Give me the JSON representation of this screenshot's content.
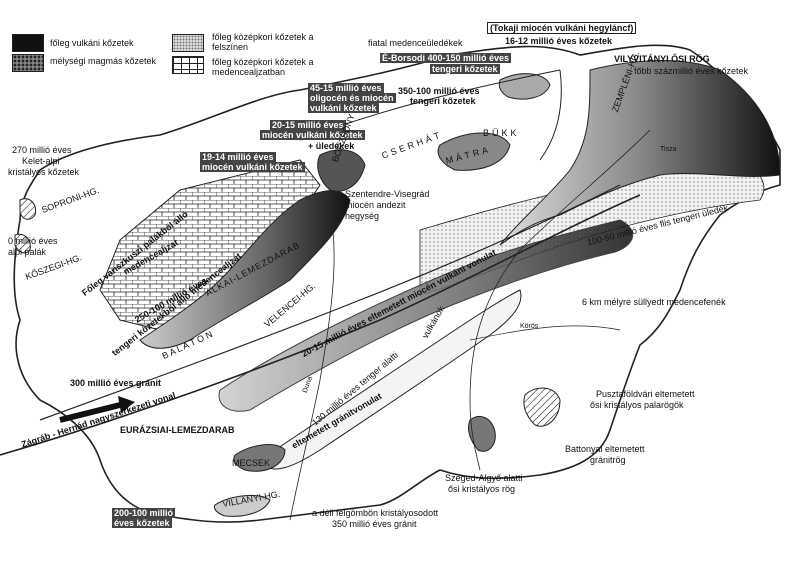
{
  "legend": {
    "volcanic": "főleg vulkáni kőzetek",
    "magmatic": "mélységi magmás kőzetek",
    "mesozoic_surface": "főleg középkori kőzetek a felszínen",
    "mesozoic_basement": "főleg középkori kőzetek a medencealjzatban",
    "young_basin": "fiatal medenceüledékek"
  },
  "labels": {
    "tokaj": "(Tokaji miocén vulkáni hegyláncf)",
    "tokaj_age": "16-12 millió éves kőzetek",
    "borsod": "É-Borsodi 400-150 millió éves",
    "borsod2": "tengeri kőzetek",
    "mateszalka": "45-15 millió éves",
    "mateszalka2": "oligocén és miocén",
    "mateszalka3": "vulkáni kőzetek",
    "bukk350": "350-100 millió éves",
    "bukk350b": "tengeri kőzetek",
    "miocene2015": "20-15 millió éves",
    "miocene2015b": "miocén vulkáni kőzetek",
    "miocene2015c": "+ üledékek",
    "miocene1914": "19-14 millió éves",
    "miocene1914b": "miocén vulkáni kőzetek",
    "vilyvitany": "VILYVITÁNYI ŐSI RÖG",
    "fobb": "főbb százmillió éves kőzetek",
    "zemplen": "ZEMPLÉNI-HG.",
    "cserhat": "CSERHÁT",
    "matra": "MÁTRA",
    "bukk": "BÜKK",
    "borzsony": "BÖRZSÖNY",
    "szentendre": "Szentendre-Visegrád",
    "szentendre2": "miocén andezit",
    "szentendre3": "hegység",
    "age270": "270 millió éves",
    "age270b": "Kelet-alpi",
    "age270c": "kristályos kőzetek",
    "sopron": "SOPRONI-HG.",
    "alpi": "0 millió éves",
    "alpi2": "alpi palák",
    "koszeg": "KŐSZEGI-HG.",
    "varisc": "Főleg variszkuszi palákból álló",
    "varisc2": "medencealjzat",
    "marine250": "250-100 millió éves",
    "marine250b": "tengeri kőzetekből álló medencealjzat",
    "alcapa": "ALKAI-LEMEZDARAB",
    "velence": "VELENCEI-HG.",
    "balaton": "B A L A T O N",
    "granite300": "300 millió éves gránit",
    "buried": "20-15 millió éves eltemetett miocén vulkáni vonulat",
    "flysch": "100-50 millió éves flis tengeri üledék",
    "basin6km": "6 km mélyre süllyedt medencefenék",
    "granitridge": "130 millió éves tenger alatti",
    "granitridge2": "eltemetett gránitvonulat",
    "vulkanok": "vulkánok",
    "zagreb": "Zágráb - Hernád nagyszerkezeti vonal",
    "eurazsia": "EURÁZSIAI-LEMEZDARAB",
    "pusztafoldvar": "Pusztaföldvári eltemetett",
    "pusztafoldvar2": "ősi kristályos palarögök",
    "battonya": "Battonyai eltemetett",
    "battonya2": "gránitrög",
    "szeged": "Szeged-Algyő alatti",
    "szeged2": "ősi kristályos rög",
    "mecsek": "MECSEK",
    "villany": "VILLÁNYI-HG.",
    "age200": "200-100 millió",
    "age200b": "éves kőzetek",
    "south_granite": "a déli felgömbön kristályosodott",
    "south_granite2": "350 millió éves gránit",
    "tisza": "Tisza",
    "duna": "Duna",
    "koros": "Körös"
  }
}
